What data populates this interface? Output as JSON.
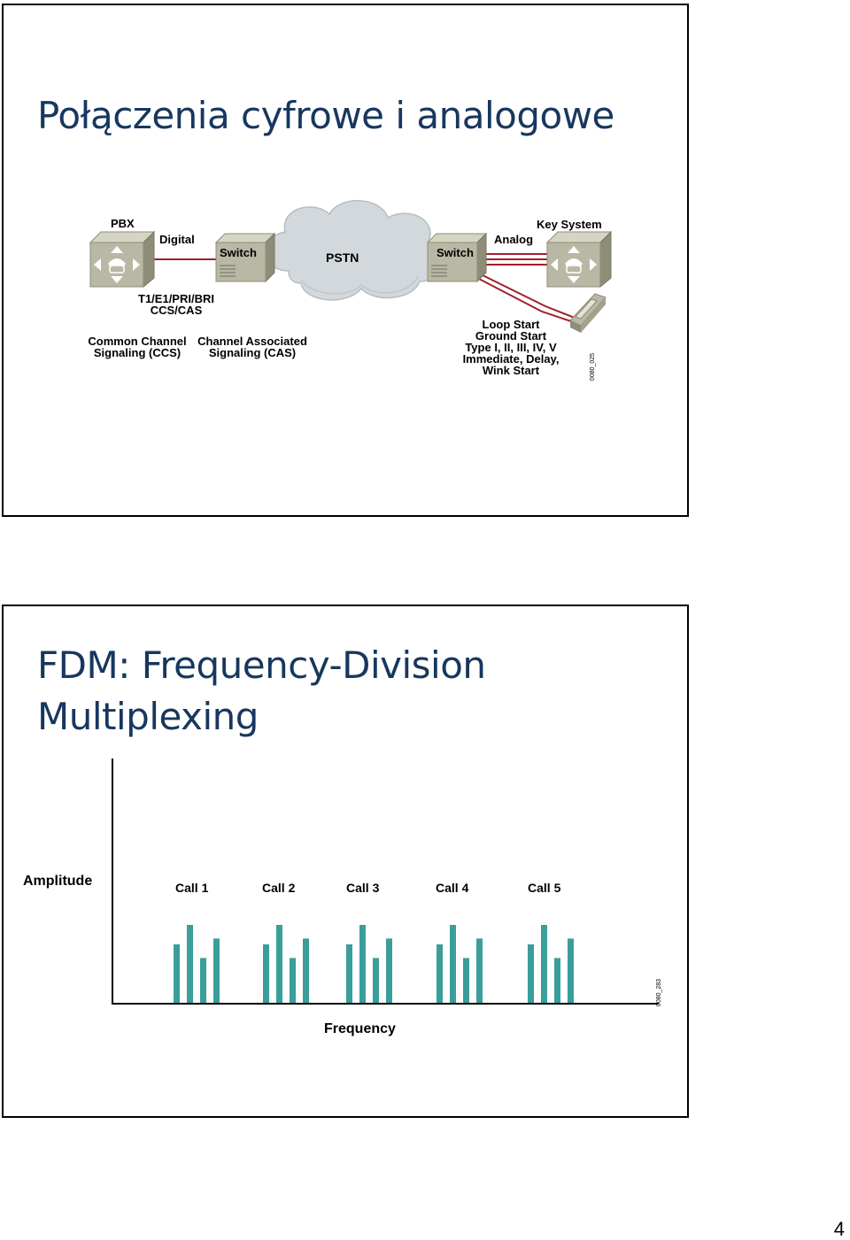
{
  "slide1": {
    "title": "Połączenia cyfrowe i analogowe",
    "diagram": {
      "pbx_label": "PBX",
      "digital_label": "Digital",
      "switch_left_label": "Switch",
      "pstn_label": "PSTN",
      "switch_right_label": "Switch",
      "analog_label": "Analog",
      "key_system_label": "Key System",
      "t1_line1": "T1/E1/PRI/BRI",
      "t1_line2": "CCS/CAS",
      "ccs_line1": "Common Channel",
      "ccs_line2": "Signaling (CCS)",
      "cas_line1": "Channel Associated",
      "cas_line2": "Signaling (CAS)",
      "analog_types": [
        "Loop Start",
        "Ground Start",
        "Type I, II, III, IV, V",
        "Immediate, Delay,",
        "Wink Start"
      ],
      "figure_id": "0080_025",
      "colors": {
        "box": "#b9b8a4",
        "box_dark": "#8e8d78",
        "cloud": "#d2d8db",
        "link": "#a0202a"
      }
    }
  },
  "slide2": {
    "title_line1": "FDM: Frequency-Division",
    "title_line2": "Multiplexing",
    "chart_data": {
      "type": "bar",
      "ylabel": "Amplitude",
      "xlabel": "Frequency",
      "groups": [
        {
          "name": "Call 1",
          "values": [
            3,
            4,
            2.3,
            3.3
          ]
        },
        {
          "name": "Call 2",
          "values": [
            3,
            4,
            2.3,
            3.3
          ]
        },
        {
          "name": "Call 3",
          "values": [
            3,
            4,
            2.3,
            3.3
          ]
        },
        {
          "name": "Call 4",
          "values": [
            3,
            4,
            2.3,
            3.3
          ]
        },
        {
          "name": "Call 5",
          "values": [
            3,
            4,
            2.3,
            3.3
          ]
        }
      ],
      "ylim": [
        0,
        4
      ],
      "grid": false,
      "bar_color": "#3a9e9b",
      "figure_id": "0080_283"
    }
  },
  "page_number": "4"
}
